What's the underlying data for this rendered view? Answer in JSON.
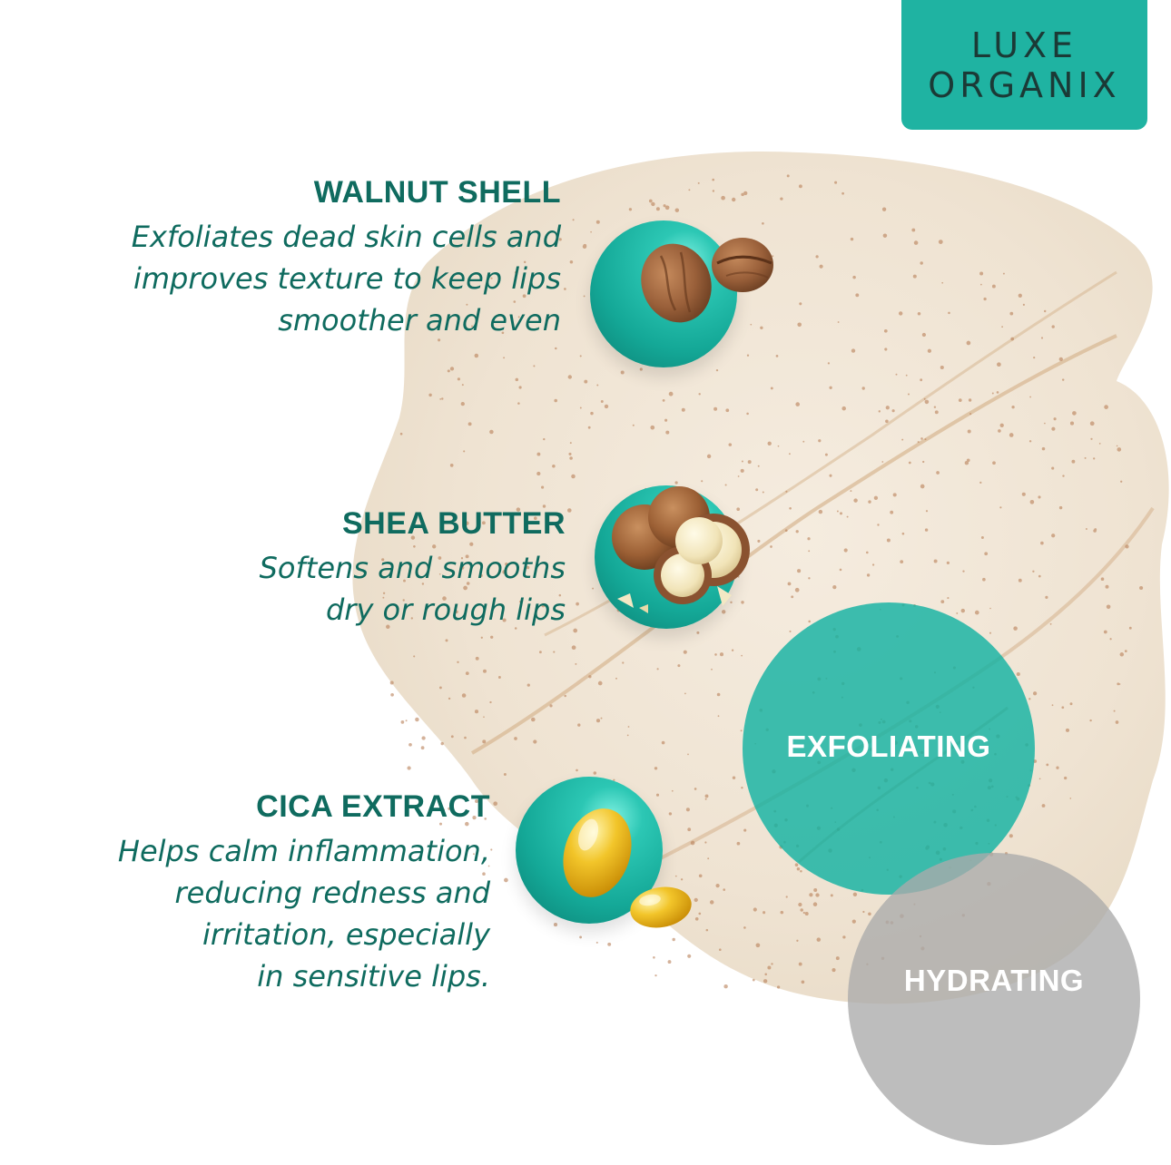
{
  "brand": {
    "line1": "LUXE",
    "line2": "ORGANIX",
    "color": "#1fb3a2"
  },
  "ingredients": [
    {
      "title": "WALNUT SHELL",
      "lines": [
        "Exfoliates dead skin cells and",
        "improves texture to keep lips",
        "smoother and even"
      ],
      "icon": "walnut-icon"
    },
    {
      "title": "SHEA BUTTER",
      "lines": [
        "Softens and smooths",
        "dry or rough lips"
      ],
      "icon": "shea-nut-icon"
    },
    {
      "title": "CICA EXTRACT",
      "lines": [
        "Helps calm inflammation,",
        "reducing redness and",
        "irritation, especially",
        "in sensitive lips."
      ],
      "icon": "oil-capsule-icon"
    }
  ],
  "badges": {
    "exfoliating": "EXFOLIATING",
    "hydrating": "HYDRATING"
  },
  "colors": {
    "text": "#0f6b5f",
    "teal": "#14b2a2",
    "grey": "#aaaaaa"
  }
}
